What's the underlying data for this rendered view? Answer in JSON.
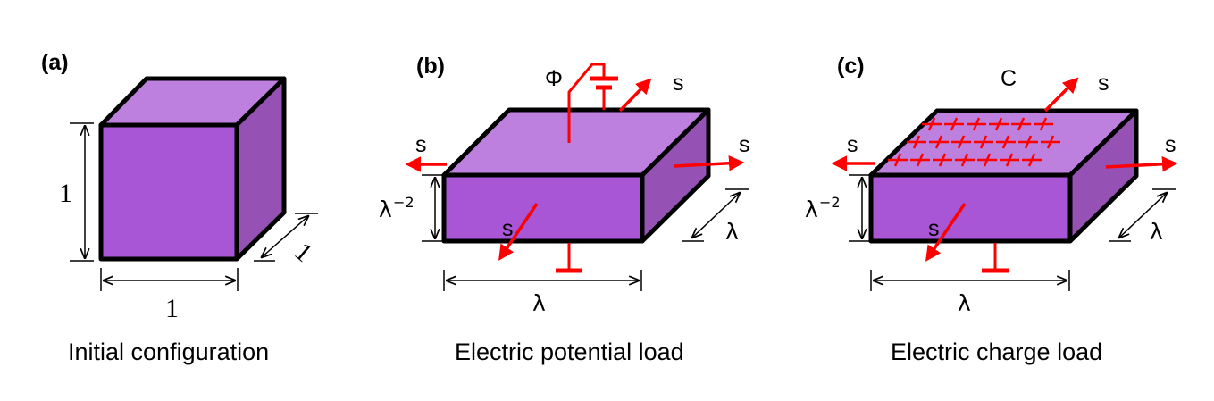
{
  "colors": {
    "box_front": "#a855d6",
    "box_top": "#bd80de",
    "box_side": "#9552b4",
    "outline": "#000000",
    "load": "#ff0000",
    "dimension": "#000000"
  },
  "panels": [
    {
      "label": "(a)",
      "caption": "Initial configuration",
      "dims": {
        "height": "1",
        "width": "1",
        "depth": "1"
      }
    },
    {
      "label": "(b)",
      "caption": "Electric potential load",
      "dims": {
        "height": "λ",
        "height_exp": "−2",
        "width": "λ",
        "depth": "λ"
      },
      "load_symbol": "Φ",
      "stress_symbol": "s"
    },
    {
      "label": "(c)",
      "caption": "Electric charge load",
      "dims": {
        "height": "λ",
        "height_exp": "−2",
        "width": "λ",
        "depth": "λ"
      },
      "load_symbol": "C",
      "stress_symbol": "s"
    }
  ]
}
